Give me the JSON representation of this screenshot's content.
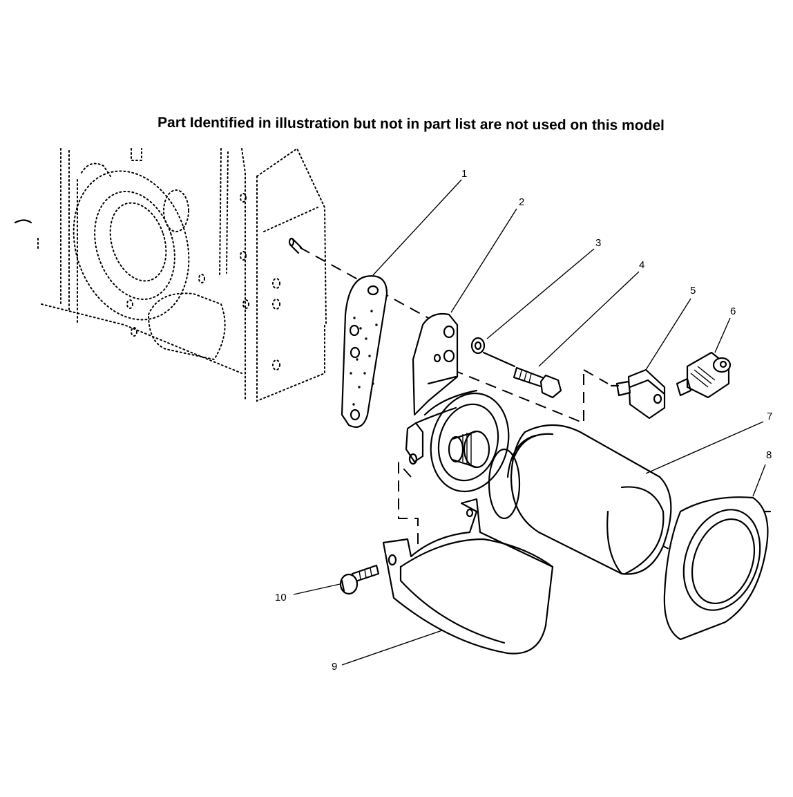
{
  "note": "Part Identified in illustration but not in part list are not used on this model",
  "callouts": [
    {
      "id": "callout-1",
      "label": "1"
    },
    {
      "id": "callout-2",
      "label": "2"
    },
    {
      "id": "callout-3",
      "label": "3"
    },
    {
      "id": "callout-4",
      "label": "4"
    },
    {
      "id": "callout-5",
      "label": "5"
    },
    {
      "id": "callout-6",
      "label": "6"
    },
    {
      "id": "callout-7",
      "label": "7"
    },
    {
      "id": "callout-8",
      "label": "8"
    },
    {
      "id": "callout-9",
      "label": "9"
    },
    {
      "id": "callout-10",
      "label": "10"
    }
  ]
}
